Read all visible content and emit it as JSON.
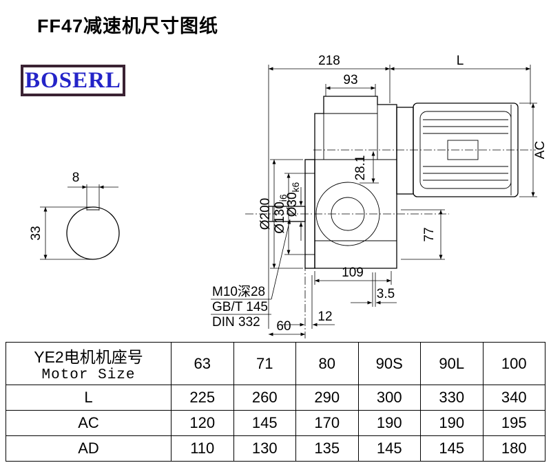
{
  "page": {
    "title": "FF47减速机尺寸图纸",
    "logo_text": "BOSERL"
  },
  "colors": {
    "logo_text": "#2424c8",
    "logo_border": "#3a2233",
    "line": "#000000"
  },
  "shaft_section": {
    "width_dim": "8",
    "diameter_dim": "33"
  },
  "drawing": {
    "dims": {
      "top_width": "218",
      "motor_length": "L",
      "housing_top": "93",
      "motor_height": "AC",
      "bore_offset": "28.1",
      "flange_od": "Ø200",
      "spigot_d": "Ø130",
      "spigot_tol": "i6",
      "shaft_d": "Ø30",
      "shaft_tol": "k6",
      "foot_height": "77",
      "housing_bottom": "109",
      "gap": "3.5",
      "flange_thk": "12",
      "shaft_len": "60"
    },
    "notes": {
      "tap": "M10深28",
      "std1": "GB/T 145",
      "std2": "DIN 332"
    }
  },
  "table": {
    "header": {
      "label_cn": "YE2电机机座号",
      "label_en": "Motor Size",
      "sizes": [
        "63",
        "71",
        "80",
        "90S",
        "90L",
        "100"
      ]
    },
    "rows": [
      {
        "label": "L",
        "values": [
          "225",
          "260",
          "290",
          "300",
          "330",
          "340"
        ]
      },
      {
        "label": "AC",
        "values": [
          "120",
          "145",
          "170",
          "190",
          "190",
          "195"
        ]
      },
      {
        "label": "AD",
        "values": [
          "110",
          "130",
          "135",
          "145",
          "145",
          "180"
        ]
      }
    ]
  }
}
